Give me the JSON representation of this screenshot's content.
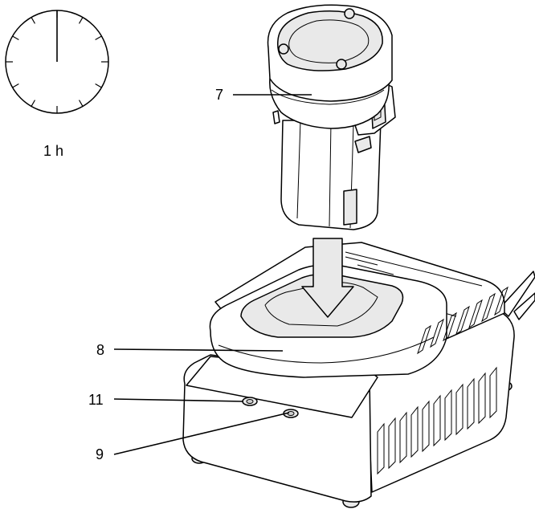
{
  "clock": {
    "label": "1 h"
  },
  "callouts": {
    "battery": "7",
    "charger": "8",
    "led_upper": "11",
    "led_lower": "9"
  },
  "colors": {
    "line": "#000000",
    "fill": "#ffffff",
    "shade": "#cfcfcf"
  }
}
